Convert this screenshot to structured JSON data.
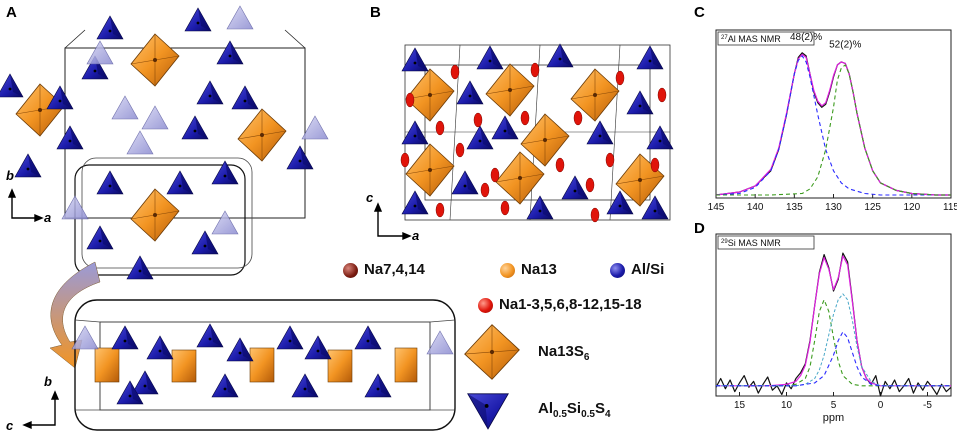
{
  "panels": {
    "a": "A",
    "b": "B",
    "c": "C",
    "d": "D"
  },
  "axes_labels": {
    "a1_b": "b",
    "a1_a": "a",
    "a2_b": "b",
    "a2_c": "c",
    "b_c": "c",
    "b_a": "a"
  },
  "legend": {
    "na7": "Na7,4,14",
    "na13": "Na13",
    "alsi": "Al/Si",
    "na_other": "Na1-3,5,6,8-12,15-18",
    "na13s6_base": "Na13S",
    "na13s6_sub": "6",
    "al_base": "Al",
    "al_sub": "0.5",
    "si_base": "Si",
    "si_sub": "0.5",
    "s_base": "S",
    "s_sub": "4"
  },
  "colors": {
    "orange": "#f29422",
    "blue": "#1b1baa",
    "light_blue": "#9a9ad8",
    "red": "#e0140a",
    "dark_red": "#7a1b10",
    "magenta": "#e020e0",
    "green_dash": "#3c9b1e",
    "blue_dash": "#2a2aff"
  },
  "chart_data": [
    {
      "type": "line",
      "panel": "C",
      "title_sup": "27",
      "title_rest": "Al MAS NMR",
      "xlabel": "",
      "x_reversed": true,
      "xlim": [
        145,
        115
      ],
      "ylim": [
        0,
        1
      ],
      "x_ticks": [
        145,
        140,
        135,
        130,
        125,
        120,
        115
      ],
      "annotations": [
        {
          "text": "48(2)%",
          "x": 133.5,
          "y": 1.02
        },
        {
          "text": "52(2)%",
          "x": 128.5,
          "y": 0.97
        }
      ],
      "series": [
        {
          "style": "solid-black",
          "x": [
            145,
            142,
            140,
            138,
            137,
            136,
            135,
            134.5,
            134,
            133.5,
            133,
            132.5,
            132,
            131.5,
            131,
            130.5,
            130,
            129.5,
            129,
            128.5,
            128,
            127.5,
            127,
            126,
            125,
            124,
            122,
            120,
            117,
            115
          ],
          "y": [
            0.02,
            0.04,
            0.08,
            0.18,
            0.32,
            0.55,
            0.82,
            0.93,
            0.96,
            0.94,
            0.82,
            0.7,
            0.63,
            0.6,
            0.62,
            0.7,
            0.8,
            0.88,
            0.9,
            0.89,
            0.82,
            0.7,
            0.56,
            0.33,
            0.18,
            0.1,
            0.05,
            0.03,
            0.02,
            0.02
          ]
        },
        {
          "style": "solid-magenta",
          "x": [
            145,
            142,
            140,
            138,
            137,
            136,
            135,
            134.5,
            134,
            133.5,
            133,
            132.5,
            132,
            131.5,
            131,
            130.5,
            130,
            129.5,
            129,
            128.5,
            128,
            127.5,
            127,
            126,
            125,
            124,
            122,
            120,
            117,
            115
          ],
          "y": [
            0.02,
            0.04,
            0.08,
            0.19,
            0.33,
            0.56,
            0.82,
            0.92,
            0.95,
            0.93,
            0.82,
            0.71,
            0.64,
            0.61,
            0.63,
            0.71,
            0.81,
            0.88,
            0.9,
            0.89,
            0.82,
            0.7,
            0.56,
            0.33,
            0.18,
            0.1,
            0.05,
            0.03,
            0.02,
            0.02
          ]
        },
        {
          "style": "dashed-blue",
          "x": [
            145,
            142,
            140,
            138,
            137,
            136,
            135,
            134.5,
            134,
            133.5,
            133,
            132,
            131,
            130,
            129,
            128,
            126,
            124,
            120,
            115
          ],
          "y": [
            0.02,
            0.03,
            0.07,
            0.18,
            0.32,
            0.55,
            0.82,
            0.91,
            0.94,
            0.9,
            0.8,
            0.55,
            0.32,
            0.18,
            0.1,
            0.06,
            0.03,
            0.02,
            0.02,
            0.02
          ]
        },
        {
          "style": "dashed-green",
          "x": [
            145,
            138,
            134,
            133,
            132,
            131,
            130,
            129.5,
            129,
            128.5,
            128,
            127.5,
            127,
            126,
            125,
            124,
            122,
            120,
            117,
            115
          ],
          "y": [
            0.02,
            0.02,
            0.03,
            0.06,
            0.14,
            0.32,
            0.6,
            0.78,
            0.86,
            0.88,
            0.82,
            0.7,
            0.56,
            0.33,
            0.18,
            0.1,
            0.05,
            0.03,
            0.02,
            0.02
          ]
        }
      ]
    },
    {
      "type": "line",
      "panel": "D",
      "title_sup": "29",
      "title_rest": "Si MAS NMR",
      "xlabel": "ppm",
      "x_reversed": true,
      "xlim": [
        17.5,
        -7.5
      ],
      "ylim": [
        0,
        1
      ],
      "x_ticks": [
        15,
        10,
        5,
        0,
        -5
      ],
      "series": [
        {
          "style": "solid-black",
          "x": [
            17.5,
            17,
            16.5,
            16,
            15.5,
            15,
            14.5,
            14,
            13.5,
            13,
            12.5,
            12,
            11.5,
            11,
            10.5,
            10,
            9.5,
            9,
            8.5,
            8,
            7.5,
            7,
            6.5,
            6,
            5.5,
            5,
            4.5,
            4,
            3.5,
            3,
            2.5,
            2,
            1.5,
            1,
            0.5,
            0,
            -0.5,
            -1,
            -1.5,
            -2,
            -2.5,
            -3,
            -3.5,
            -4,
            -4.5,
            -5,
            -5.5,
            -6,
            -6.5,
            -7,
            -7.5
          ],
          "y": [
            0.06,
            0.12,
            0.05,
            0.11,
            0.03,
            0.09,
            0.14,
            0.06,
            0.1,
            0.02,
            0.08,
            0.13,
            0.04,
            0.07,
            0.01,
            0.09,
            0.05,
            0.12,
            0.16,
            0.22,
            0.38,
            0.62,
            0.85,
            0.97,
            0.88,
            0.72,
            0.8,
            0.98,
            0.92,
            0.66,
            0.38,
            0.2,
            0.12,
            0.08,
            0.14,
            0.0,
            0.1,
            0.05,
            0.11,
            0.03,
            0.07,
            0.12,
            0.02,
            0.09,
            0.04,
            0.1,
            0.06,
            0.01,
            0.08,
            0.03,
            0.06
          ]
        },
        {
          "style": "solid-magenta",
          "x": [
            17.5,
            14,
            12,
            10,
            9,
            8.5,
            8,
            7.5,
            7,
            6.5,
            6,
            5.5,
            5,
            4.5,
            4,
            3.5,
            3,
            2.5,
            2,
            1.5,
            1,
            0,
            -2,
            -5,
            -7.5
          ],
          "y": [
            0.07,
            0.07,
            0.07,
            0.08,
            0.1,
            0.14,
            0.21,
            0.37,
            0.62,
            0.84,
            0.95,
            0.87,
            0.73,
            0.81,
            0.96,
            0.9,
            0.65,
            0.38,
            0.2,
            0.12,
            0.09,
            0.07,
            0.07,
            0.07,
            0.07
          ]
        },
        {
          "style": "dashed-green",
          "x": [
            17.5,
            10,
            9,
            8,
            7.5,
            7,
            6.5,
            6,
            5.5,
            5,
            4.5,
            4,
            3,
            2,
            0,
            -7.5
          ],
          "y": [
            0.07,
            0.07,
            0.08,
            0.12,
            0.2,
            0.38,
            0.58,
            0.66,
            0.58,
            0.4,
            0.24,
            0.14,
            0.08,
            0.07,
            0.07,
            0.07
          ]
        },
        {
          "style": "dashed-cyan",
          "x": [
            17.5,
            9,
            8,
            7,
            6.5,
            6,
            5.5,
            5,
            4.5,
            4,
            3.5,
            3,
            2.5,
            2,
            1,
            0,
            -7.5
          ],
          "y": [
            0.07,
            0.07,
            0.08,
            0.12,
            0.18,
            0.28,
            0.42,
            0.56,
            0.66,
            0.7,
            0.66,
            0.52,
            0.34,
            0.2,
            0.1,
            0.07,
            0.07
          ]
        },
        {
          "style": "dashed-blue",
          "x": [
            17.5,
            9,
            7,
            6,
            5,
            4.5,
            4,
            3.5,
            3,
            2.5,
            2,
            1,
            0,
            -7.5
          ],
          "y": [
            0.07,
            0.07,
            0.09,
            0.14,
            0.28,
            0.38,
            0.44,
            0.4,
            0.3,
            0.2,
            0.13,
            0.08,
            0.07,
            0.07
          ]
        }
      ]
    }
  ]
}
